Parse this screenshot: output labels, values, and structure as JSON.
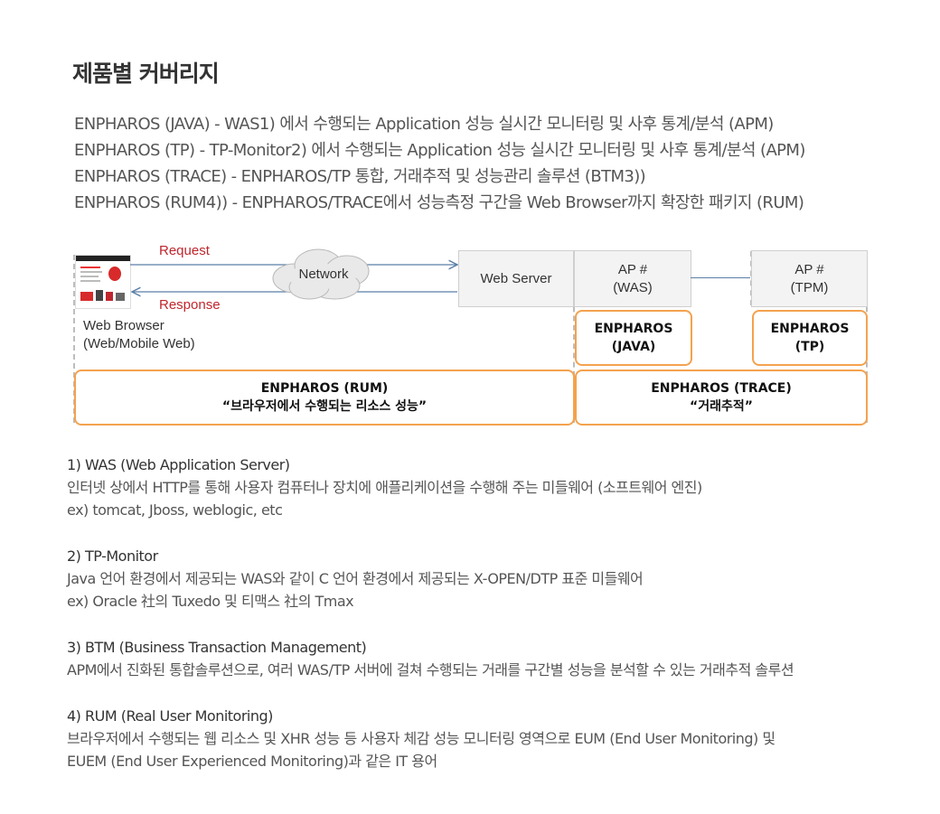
{
  "title": "제품별 커버리지",
  "intro_lines": [
    "ENPHAROS (JAVA) - WAS1) 에서 수행되는 Application 성능 실시간 모니터링 및 사후 통계/분석 (APM)",
    "ENPHAROS (TP) - TP-Monitor2) 에서 수행되는 Application 성능 실시간 모니터링 및 사후 통계/분석 (APM)",
    "ENPHAROS (TRACE) - ENPHAROS/TP 통합, 거래추적 및 성능관리 솔루션 (BTM3))",
    "ENPHAROS (RUM4)) - ENPHAROS/TRACE에서 성능측정 구간을 Web Browser까지 확장한 패키지 (RUM)"
  ],
  "diagram": {
    "request": "Request",
    "response": "Response",
    "network": "Network",
    "web_server": "Web Server",
    "ap_was_line1": "AP #",
    "ap_was_line2": "(WAS)",
    "ap_tpm_line1": "AP #",
    "ap_tpm_line2": "(TPM)",
    "web_browser_line1": "Web Browser",
    "web_browser_line2": "(Web/Mobile Web)",
    "java_line1": "ENPHAROS",
    "java_line2": "(JAVA)",
    "tp_line1": "ENPHAROS",
    "tp_line2": "(TP)",
    "rum_line1": "ENPHAROS  (RUM)",
    "rum_line2": "“브라우저에서 수행되는 리소스 성능”",
    "trace_line1": "ENPHAROS  (TRACE)",
    "trace_line2": "“거래추적”",
    "colors": {
      "accent_orange": "#f4a24e",
      "red_label": "#c0262d",
      "arrow_blue": "#5b7fa6"
    }
  },
  "definitions": [
    {
      "heading": "1) WAS (Web Application Server)",
      "lines": [
        "인터넷 상에서 HTTP를 통해 사용자 컴퓨터나 장치에 애플리케이션을 수행해 주는 미들웨어 (소프트웨어 엔진)",
        "ex) tomcat, Jboss, weblogic, etc"
      ]
    },
    {
      "heading": "2) TP-Monitor",
      "lines": [
        "Java 언어 환경에서 제공되는 WAS와 같이 C 언어 환경에서 제공되는 X-OPEN/DTP 표준 미들웨어",
        "ex) Oracle 社의 Tuxedo 및 티맥스 社의 Tmax"
      ]
    },
    {
      "heading": "3) BTM (Business Transaction Management)",
      "lines": [
        "APM에서 진화된 통합솔루션으로, 여러 WAS/TP 서버에 걸쳐 수행되는 거래를 구간별 성능을 분석할 수 있는 거래추적 솔루션"
      ]
    },
    {
      "heading": "4) RUM (Real User Monitoring)",
      "lines": [
        "브라우저에서 수행되는 웹 리소스 및 XHR 성능 등 사용자 체감 성능 모니터링 영역으로 EUM (End User Monitoring) 및",
        "EUEM (End User Experienced Monitoring)과 같은 IT 용어"
      ]
    }
  ]
}
